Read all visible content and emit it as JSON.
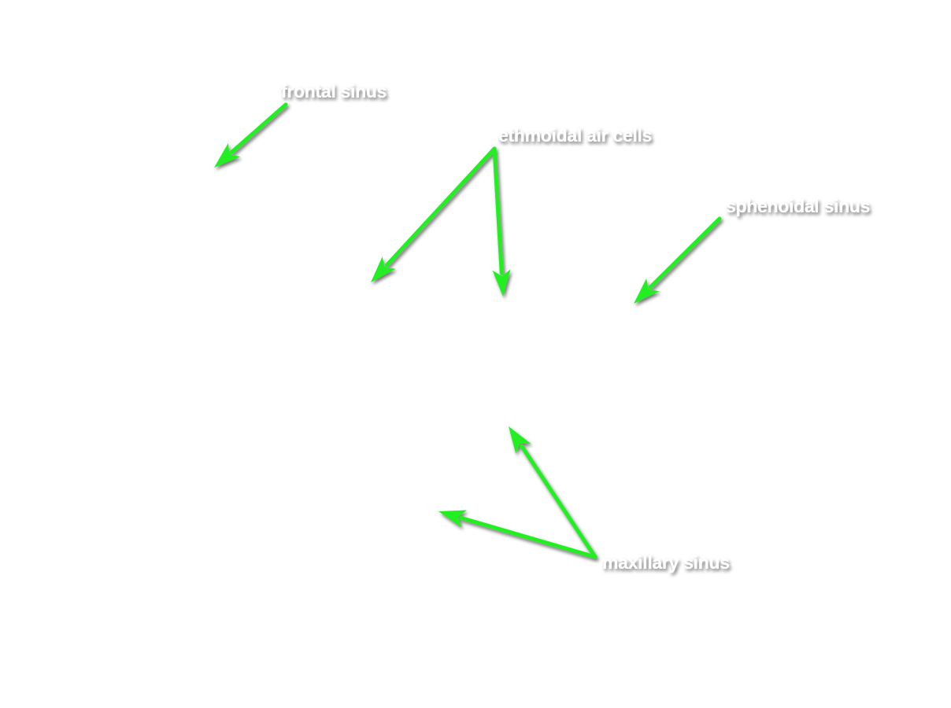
{
  "colors": {
    "background": "#ffffff",
    "arrow": "#22ee22",
    "label_text": "#ffffff",
    "shadow": "#000000"
  },
  "labels": {
    "frontal": "frontal sinus",
    "ethmoidal": "ethmoidal air cells",
    "sphenoidal": "sphenoidal sinus",
    "maxillary": "maxillary sinus"
  },
  "arrow_targets": {
    "frontal": [
      "frontal sinus"
    ],
    "ethmoidal": [
      "ethmoidal air cells",
      "ethmoidal air cells"
    ],
    "sphenoidal": [
      "sphenoidal sinus"
    ],
    "maxillary": [
      "maxillary sinus",
      "maxillary sinus"
    ]
  }
}
